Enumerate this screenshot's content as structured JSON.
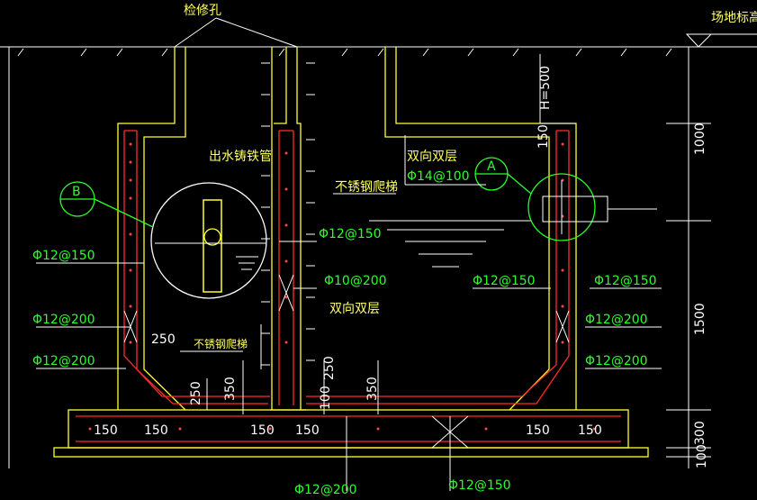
{
  "colors": {
    "background": "#000000",
    "structure": "#ffff33",
    "rebar_main": "#ff2a2a",
    "dim_line": "#ffffff",
    "text_rebar": "#2aff2a",
    "text_note": "#ffff66",
    "text_dim": "#ffffff"
  },
  "labels": {
    "inspection_hole": "检修孔",
    "site_elevation": "场地标高",
    "outlet_pipe": "出水铸铁管",
    "ss_ladder_1": "不锈钢爬梯",
    "ss_ladder_2": "不锈钢爬梯",
    "both_dir_1": "双向双层",
    "both_dir_2": "双向双层",
    "h_note": "H=500",
    "callout_a": "A",
    "callout_b": "B"
  },
  "rebars": {
    "left_1": "Φ12@150",
    "left_2": "Φ12@200",
    "left_3": "Φ12@200",
    "mid_1": "Φ12@150",
    "mid_2": "Φ10@200",
    "mid_3": "Φ12@150",
    "top": "Φ14@100",
    "right_1": "Φ12@150",
    "right_2": "Φ12@200",
    "right_3": "Φ12@200",
    "bottom_1": "Φ12@200",
    "bottom_2": "Φ12@150"
  },
  "dims": {
    "d150_a": "150",
    "d150_b": "150",
    "d150_c": "150",
    "d150_d": "150",
    "d150_e": "150",
    "d150_f": "150",
    "d150_top": "150",
    "d250_a": "250",
    "d250_b": "250",
    "d250_c": "250",
    "d350_a": "350",
    "d350_b": "350",
    "d100_a": "100",
    "d100_b": "100",
    "d1000": "1000",
    "d1500": "1500",
    "d300": "300"
  }
}
